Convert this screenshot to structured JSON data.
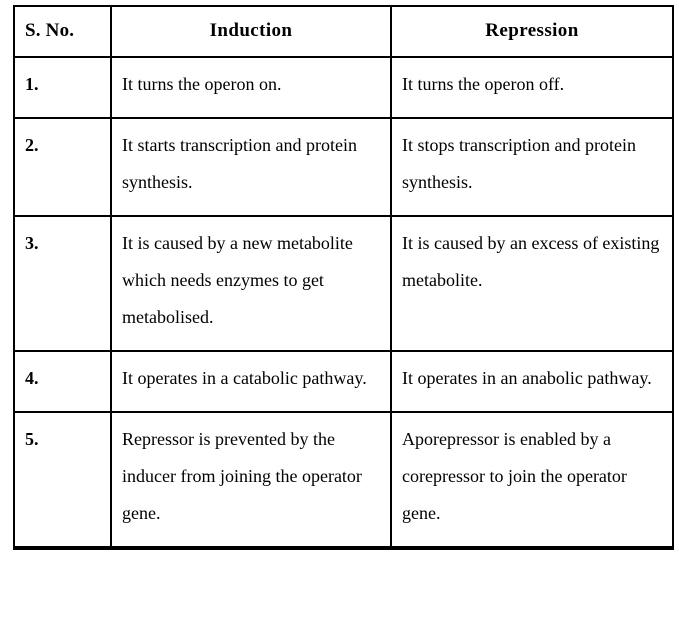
{
  "document": {
    "type": "comparison-table",
    "colors": {
      "background": "#ffffff",
      "text": "#000000",
      "border": "#000000"
    }
  },
  "table": {
    "columns": [
      {
        "key": "sno",
        "label": "S. No."
      },
      {
        "key": "induction",
        "label": "Induction"
      },
      {
        "key": "repression",
        "label": "Repression"
      }
    ],
    "rows": [
      {
        "sno": "1.",
        "induction": "It turns the operon on.",
        "repression": "It turns the operon off."
      },
      {
        "sno": "2.",
        "induction": "It starts transcription and protein synthesis.",
        "repression": "It stops transcription and protein synthesis."
      },
      {
        "sno": "3.",
        "induction": "It is caused by a new metabolite which needs enzymes to get metabolised.",
        "repression": "It is caused by an excess of existing metabolite."
      },
      {
        "sno": "4.",
        "induction": "It operates in a catabolic pathway.",
        "repression": "It operates in an anabolic pathway."
      },
      {
        "sno": "5.",
        "induction": "Repressor is prevented by the inducer from joining the operator gene.",
        "repression": "Aporepressor is enabled by a corepressor to join the operator gene."
      }
    ]
  }
}
